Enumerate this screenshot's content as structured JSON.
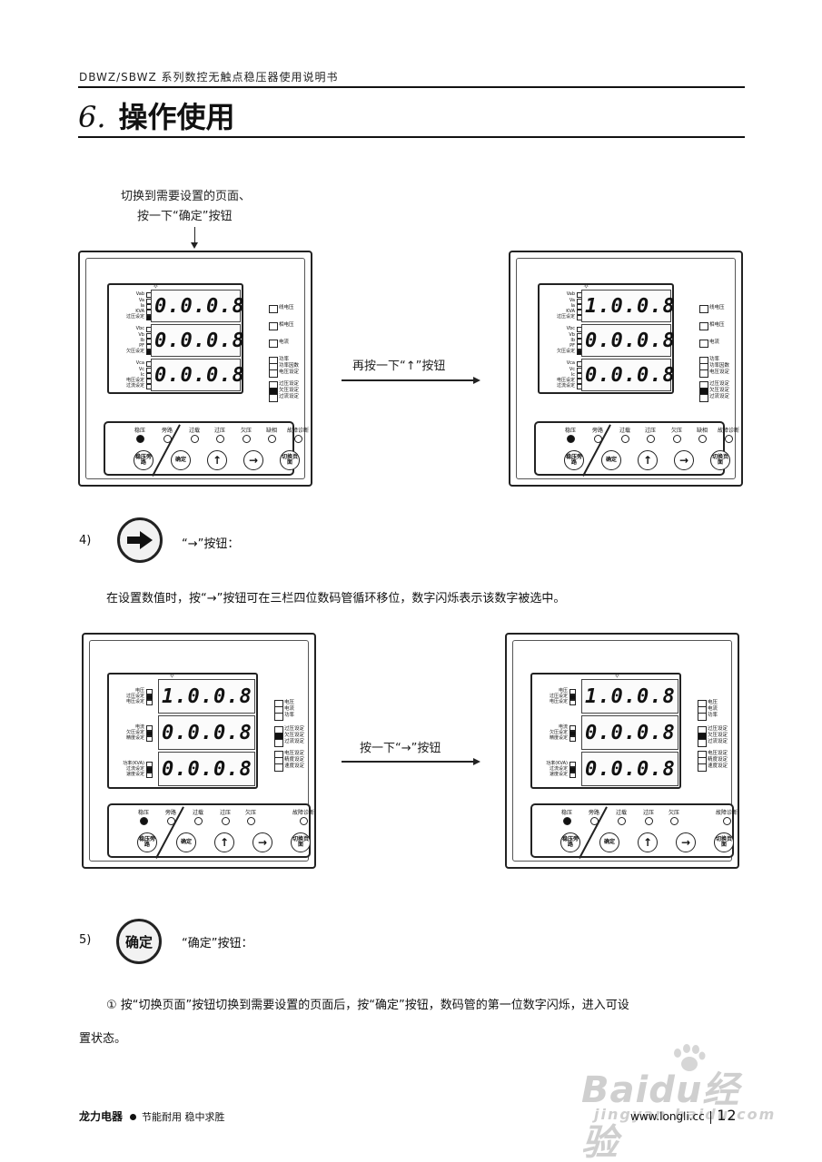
{
  "header": {
    "doc_title": "DBWZ/SBWZ 系列数控无触点稳压器使用说明书"
  },
  "section": {
    "number": "6.",
    "title": "操作使用"
  },
  "callout": {
    "line1": "切换到需要设置的页面、",
    "line2": "按一下“确定”按钮"
  },
  "figure1": {
    "arrow_text": "再按一下“↑”按钮",
    "left_screen": {
      "rows": [
        {
          "labels": [
            "Vab",
            "Va",
            "Ia",
            "KVA",
            "过压设定"
          ],
          "digits": "0.0.0.8"
        },
        {
          "labels": [
            "Vbc",
            "Vb",
            "Ib",
            "PF",
            "欠压设定"
          ],
          "digits": "0.0.0.8"
        },
        {
          "labels": [
            "Vca",
            "Vc",
            "Ic",
            "电压设定",
            "过流设定"
          ],
          "digits": "0.0.0.8"
        }
      ],
      "indicators": [
        "线电压",
        "相电压",
        "电流",
        "功率",
        "功率因数",
        "电压设定",
        "过压设定",
        "欠压设定",
        "过流设定"
      ]
    },
    "right_screen": {
      "rows": [
        {
          "labels": [
            "Vab",
            "Va",
            "Ia",
            "KVA",
            "过压设定"
          ],
          "digits": "1.0.0.8"
        },
        {
          "labels": [
            "Vbc",
            "Vb",
            "Ib",
            "PF",
            "欠压设定"
          ],
          "digits": "0.0.0.8"
        },
        {
          "labels": [
            "Vca",
            "Vc",
            "Ic",
            "电压设定",
            "过流设定"
          ],
          "digits": "0.0.0.8"
        }
      ],
      "indicators": [
        "线电压",
        "相电压",
        "电流",
        "功率",
        "功率因数",
        "电压设定",
        "过压设定",
        "欠压设定",
        "过流设定"
      ]
    },
    "keypad": {
      "leds": [
        "稳压",
        "旁路",
        "过载",
        "过压",
        "欠压",
        "缺相",
        "故障诊断"
      ],
      "buttons": [
        "稳压旁路",
        "确定",
        "↑",
        "→",
        "切换页面"
      ]
    }
  },
  "step4": {
    "num": "4)",
    "button_symbol": "→",
    "label": "“→”按钮：",
    "text": "在设置数值时，按“→”按钮可在三栏四位数码管循环移位，数字闪烁表示该数字被选中。"
  },
  "figure2": {
    "arrow_text": "按一下“→”按钮",
    "left_screen": {
      "rows": [
        {
          "labels": [
            "电压",
            "过压设定",
            "电压设定"
          ],
          "digits": "1.0.0.8"
        },
        {
          "labels": [
            "电流",
            "欠压设定",
            "精度设定"
          ],
          "digits": "0.0.0.8"
        },
        {
          "labels": [
            "功率(KVA)",
            "过流设定",
            "速度设定"
          ],
          "digits": "0.0.0.8"
        }
      ],
      "indicators": [
        "电压",
        "电流",
        "功率",
        "过压设定",
        "欠压设定",
        "过流设定",
        "电压设定",
        "精度设定",
        "速度设定"
      ]
    },
    "right_screen": {
      "rows": [
        {
          "labels": [
            "电压",
            "过压设定",
            "电压设定"
          ],
          "digits": "1.0.0.8"
        },
        {
          "labels": [
            "电流",
            "欠压设定",
            "精度设定"
          ],
          "digits": "0.0.0.8"
        },
        {
          "labels": [
            "功率(KVA)",
            "过流设定",
            "速度设定"
          ],
          "digits": "0.0.0.8"
        }
      ],
      "indicators": [
        "电压",
        "电流",
        "功率",
        "过压设定",
        "欠压设定",
        "过流设定",
        "电压设定",
        "精度设定",
        "速度设定"
      ]
    },
    "keypad": {
      "leds": [
        "稳压",
        "旁路",
        "过载",
        "过压",
        "欠压",
        "故障诊断"
      ],
      "buttons": [
        "稳压旁路",
        "确定",
        "↑",
        "→",
        "切换页面"
      ]
    }
  },
  "step5": {
    "num": "5)",
    "button_symbol": "确定",
    "label": "“确定”按钮：",
    "para_line1": "① 按“切换页面”按钮切换到需要设置的页面后，按“确定”按钮，数码管的第一位数字闪烁，进入可设",
    "para_line2": "置状态。"
  },
  "footer": {
    "company": "龙力电器",
    "slogan": "节能耐用 稳中求胜",
    "website": "www.longli.cc",
    "page": "12"
  },
  "watermark": {
    "text1": "Baidu经验",
    "text2": "jingyan.baidu.com"
  }
}
